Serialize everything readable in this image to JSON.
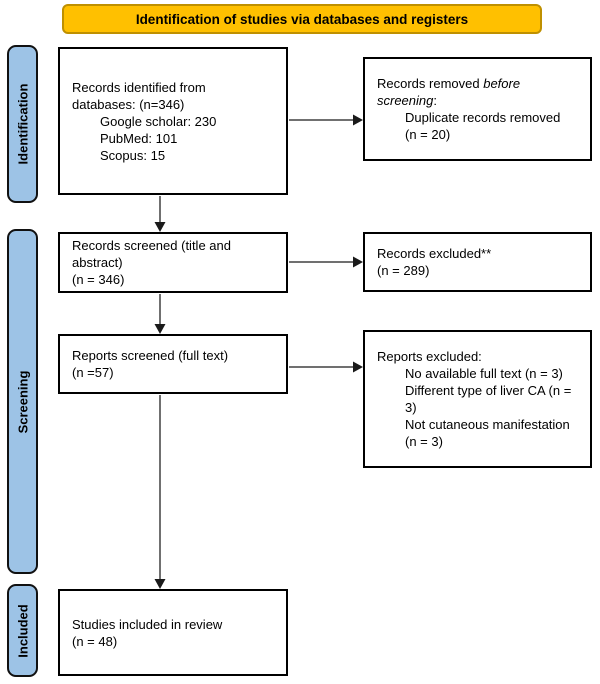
{
  "banner": {
    "title": "Identification of studies via databases and registers"
  },
  "stages": {
    "identification": "Identification",
    "screening": "Screening",
    "included": "Included"
  },
  "boxes": {
    "records_identified": {
      "lines": [
        "Records identified from",
        "databases: (n=346)"
      ],
      "items": [
        "Google scholar: 230",
        "PubMed: 101",
        "Scopus: 15"
      ]
    },
    "records_removed": {
      "line1_normal": "Records removed ",
      "line1_italic": "before",
      "line2_italic": "screening",
      "line2_normal": ":",
      "items": [
        "Duplicate records removed",
        "(n = 20)"
      ]
    },
    "records_screened": {
      "lines": [
        "Records screened (title and",
        "abstract)",
        "(n = 346)"
      ]
    },
    "records_excluded": {
      "lines": [
        "Records excluded**",
        "(n = 289)"
      ]
    },
    "reports_screened": {
      "lines": [
        "Reports screened (full text)",
        "(n =57)"
      ]
    },
    "reports_excluded": {
      "title": "Reports excluded:",
      "items": [
        "No available full text (n = 3)",
        "Different type of liver CA (n =",
        "3)",
        "Not cutaneous manifestation",
        "(n = 3)"
      ]
    },
    "studies_included": {
      "lines": [
        "Studies included in review",
        "(n = 48)"
      ]
    }
  },
  "colors": {
    "banner_bg": "#FFC000",
    "banner_border": "#BF9000",
    "stage_fill": "#9DC3E6",
    "box_border": "#000000",
    "arrow": "#404040"
  }
}
